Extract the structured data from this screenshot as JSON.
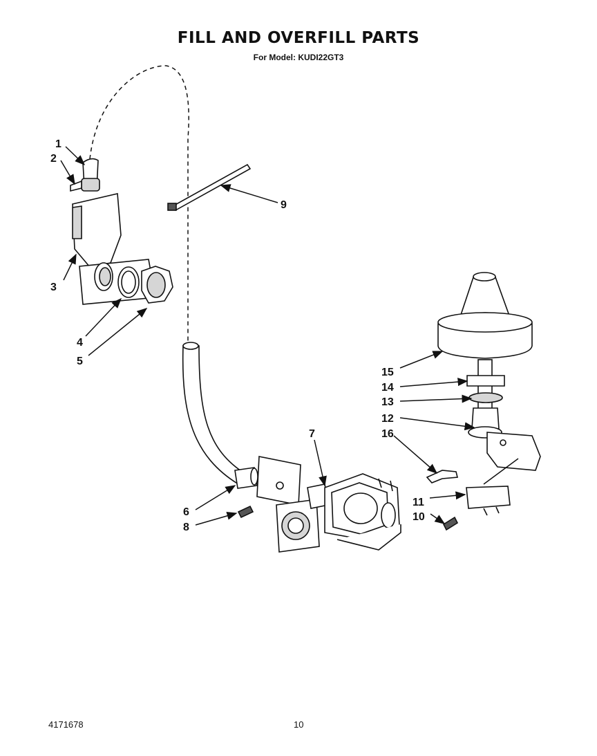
{
  "header": {
    "title": "FILL AND OVERFILL PARTS",
    "subtitle": "For Model: KUDI22GT3"
  },
  "footer": {
    "doc_number": "4171678",
    "page_number": "10"
  },
  "callouts": [
    "1",
    "2",
    "3",
    "4",
    "5",
    "6",
    "7",
    "8",
    "9",
    "10",
    "11",
    "12",
    "13",
    "14",
    "15",
    "16"
  ]
}
